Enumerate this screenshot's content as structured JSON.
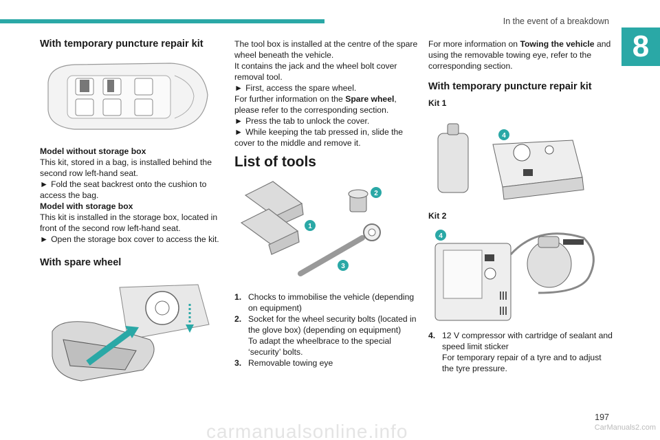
{
  "header": {
    "title": "In the event of a breakdown",
    "chapter": "8"
  },
  "col1": {
    "heading": "With temporary puncture repair kit",
    "p1_bold": "Model without storage box",
    "p1": "This kit, stored in a bag, is installed behind the second row left-hand seat.",
    "p1_step": "Fold the seat backrest onto the cushion to access the bag.",
    "p2_bold": "Model with storage box",
    "p2": "This kit is installed in the storage box, located in front of the second row left-hand seat.",
    "p2_step": "Open the storage box cover to access the kit.",
    "heading2": "With spare wheel"
  },
  "col2": {
    "intro1": "The tool box is installed at the centre of the spare wheel beneath the vehicle.",
    "intro2": "It contains the jack and the wheel bolt cover removal tool.",
    "step1": "First, access the spare wheel.",
    "further_pre": "For further information on the ",
    "further_bold": "Spare wheel",
    "further_post": ", please refer to the corresponding section.",
    "step2": "Press the tab to unlock the cover.",
    "step3": "While keeping the tab pressed in, slide the cover to the middle and remove it.",
    "heading": "List of tools",
    "items": [
      {
        "n": "1.",
        "text": "Chocks to immobilise the vehicle (depending on equipment)"
      },
      {
        "n": "2.",
        "text": "Socket for the wheel security bolts (located in the glove box) (depending on equipment)"
      },
      {
        "n": "",
        "text": "To adapt the wheelbrace to the special ‘security’ bolts."
      },
      {
        "n": "3.",
        "text": "Removable towing eye"
      }
    ]
  },
  "col3": {
    "more_pre": "For more information on ",
    "more_bold": "Towing the vehicle",
    "more_post": " and using the removable towing eye, refer to the corresponding section.",
    "heading": "With temporary puncture repair kit",
    "kit1": "Kit 1",
    "kit2": "Kit 2",
    "item4_n": "4.",
    "item4": "12 V compressor with cartridge of sealant and speed limit sticker",
    "item4_b": "For temporary repair of a tyre and to adjust the tyre pressure."
  },
  "figure_labels": {
    "one": "1",
    "two": "2",
    "three": "3",
    "four": "4",
    "four_b": "4"
  },
  "footer": {
    "page": "197",
    "watermark": "carmanualsonline.info",
    "brand": "CarManuals2.com"
  },
  "colors": {
    "accent": "#2aa8a6"
  }
}
